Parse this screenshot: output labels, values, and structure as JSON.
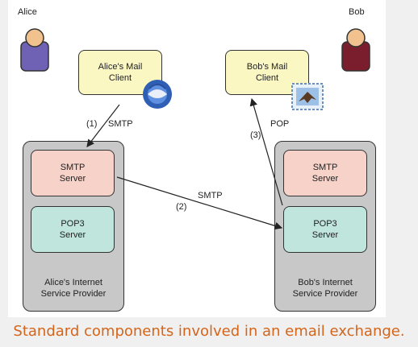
{
  "people": {
    "left": "Alice",
    "right": "Bob"
  },
  "clients": {
    "alice": [
      "Alice's Mail",
      "Client"
    ],
    "bob": [
      "Bob's Mail",
      "Client"
    ]
  },
  "servers": {
    "smtp": [
      "SMTP",
      "Server"
    ],
    "pop3": [
      "POP3",
      "Server"
    ]
  },
  "isps": {
    "alice": [
      "Alice's Internet",
      "Service Provider"
    ],
    "bob": [
      "Bob's Internet",
      "Service Provider"
    ]
  },
  "steps": {
    "one": {
      "num": "(1)",
      "proto": "SMTP"
    },
    "two": {
      "num": "(2)",
      "proto": "SMTP"
    },
    "three": {
      "num": "(3)",
      "proto": "POP"
    }
  },
  "caption": "Standard components involved in an email exchange.",
  "colors": {
    "alice_body": "#6f62b5",
    "bob_body": "#7a1e2e",
    "head": "#f2c28e",
    "client_fill": "#fbf7c3",
    "smtp_fill": "#f7d2c9",
    "pop_fill": "#bfe5dd",
    "isp_fill": "#c8c8c8",
    "caption_color": "#d4651b"
  },
  "icons": {
    "alice_client": "thunderbird-icon",
    "bob_client": "mail-stamp-icon"
  }
}
